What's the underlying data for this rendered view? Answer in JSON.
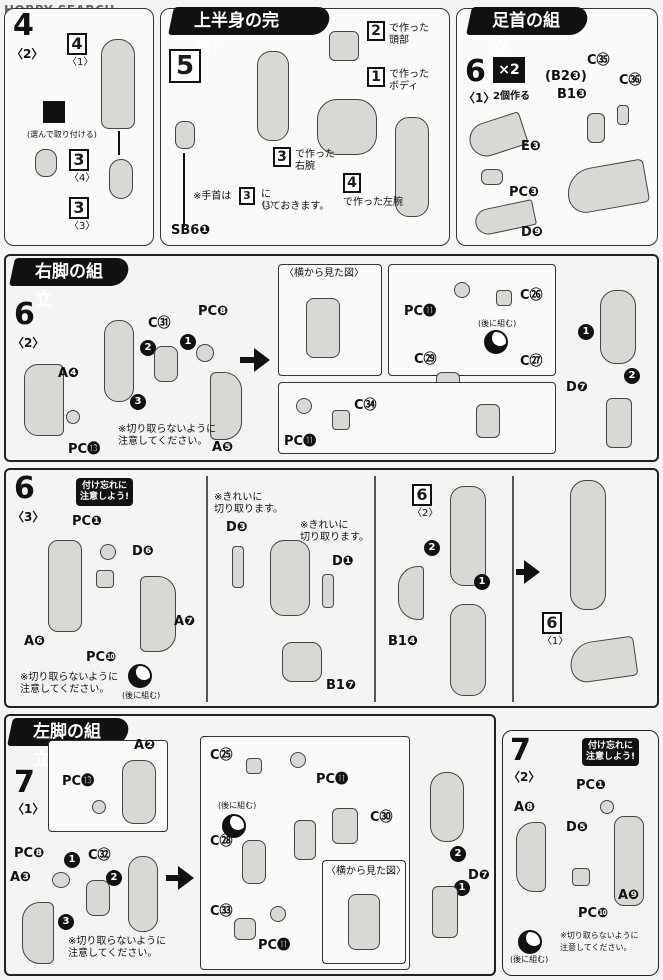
{
  "watermark": "HOBBY SEARCH",
  "step4": {
    "num": "4",
    "sub": "〈2〉",
    "ref_top": "4",
    "ref_top_sub": "〈1〉",
    "ref_mid": "3",
    "ref_mid_sub": "〈4〉",
    "ref_bot": "3",
    "ref_bot_sub": "〈3〉",
    "choose_note": "(選んで取り付ける)"
  },
  "step5": {
    "banner": "上半身の完成！",
    "num": "5",
    "head_ref": "2",
    "head_note": "で作った\n頭部",
    "body_ref": "1",
    "body_note": "で作った\nボディ",
    "right_ref": "3",
    "right_note": "で作った\n右腕",
    "left_ref": "4",
    "left_note": "で作った左腕",
    "hand_note": "※手首は",
    "hand_ref": "3",
    "hand_ref_sub": "〈3〉",
    "hand_note2": "に\nしておきます。",
    "part_sb": "SB6❶"
  },
  "step6_1": {
    "banner": "足首の組立",
    "num": "6",
    "sub": "〈1〉",
    "x2": "×2",
    "x2_note": "2個作る",
    "parts": {
      "c35": "C㉟",
      "b2": "(B2❸)",
      "b1": "B1❸",
      "c36": "C㊱",
      "e3": "E❸",
      "pc3": "PC❸",
      "d9": "D❾"
    }
  },
  "step6_2": {
    "banner": "右脚の組立",
    "num": "6",
    "sub": "〈2〉",
    "parts": {
      "c31": "C㉛",
      "pc8": "PC❽",
      "a4": "A❹",
      "pc13": "PC⓭",
      "a5": "A❺",
      "pc11a": "PC⓫",
      "c26": "C㉖",
      "c29": "C㉙",
      "c27": "C㉗",
      "c34": "C㉞",
      "pc11b": "PC⓫",
      "d7": "D❼"
    },
    "note_cut": "※切り取らないように\n注意してください。",
    "side_view": "〈横から見た図〉",
    "back_note": "(後に組む)"
  },
  "step6_3": {
    "num": "6",
    "sub": "〈3〉",
    "warn": "付け忘れに\n注意しよう!",
    "parts": {
      "pc1": "PC❶",
      "d6": "D❻",
      "a6": "A❻",
      "pc10": "PC❿",
      "a7": "A❼",
      "d3": "D❸",
      "d1": "D❶",
      "b17": "B1❼",
      "b14": "B1❹"
    },
    "note_clean1": "※きれいに\n切り取ります。",
    "note_clean2": "※きれいに\n切り取ります。",
    "note_cut": "※切り取らないように\n注意してください。",
    "back_note": "(後に組む)",
    "ref62": "6",
    "ref62_sub": "〈2〉",
    "ref61": "6",
    "ref61_sub": "〈1〉"
  },
  "step7_1": {
    "banner": "左脚の組立",
    "num": "7",
    "sub": "〈1〉",
    "parts": {
      "a2": "A❷",
      "pc13": "PC⓭",
      "pc8": "PC❽",
      "c32": "C㉜",
      "a3": "A❸",
      "c25": "C㉕",
      "pc11a": "PC⓫",
      "c28": "C㉘",
      "c30": "C㉚",
      "c33": "C㉝",
      "pc11b": "PC⓫",
      "d7": "D❼"
    },
    "note_cut": "※切り取らないように\n注意してください。",
    "back_note": "(後に組む)",
    "side_view": "〈横から見た図〉"
  },
  "step7_2": {
    "num": "7",
    "sub": "〈2〉",
    "warn": "付け忘れに\n注意しよう!",
    "parts": {
      "pc1": "PC❶",
      "a8": "A❽",
      "d5": "D❺",
      "pc10": "PC❿",
      "a9": "A❾"
    },
    "note_cut": "※切り取らないように\n注意してください。",
    "back_note": "(後に組む)"
  },
  "colors": {
    "ink": "#111111",
    "paper": "#f4f4f2",
    "part": "#d8d8d4"
  }
}
